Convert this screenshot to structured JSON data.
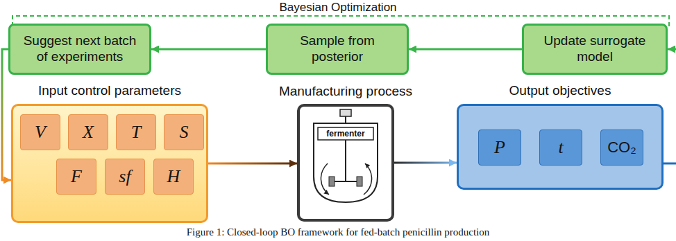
{
  "diagram": {
    "title": "Bayesian Optimization",
    "caption": "Figure 1: Closed-loop BO framework for fed-batch penicillin production",
    "nodes": [
      {
        "text": [
          "Suggest next batch of experiments"
        ]
      },
      {
        "text": [
          "Sample from posterior"
        ]
      },
      {
        "text": [
          "Update surrogate model"
        ]
      },
      {
        "text": [
          "Input control parameters"
        ]
      },
      {
        "text": [
          "V"
        ],
        "in": 3
      },
      {
        "text": [
          "X"
        ],
        "in": 3
      },
      {
        "text": [
          "T"
        ],
        "in": 3
      },
      {
        "text": [
          "S"
        ],
        "in": 3
      },
      {
        "text": [
          "F"
        ],
        "in": 3
      },
      {
        "text": [
          "sf"
        ],
        "in": 3
      },
      {
        "text": [
          "H"
        ],
        "in": 3
      },
      {
        "text": [
          "Manufacturing process",
          "fermenter"
        ]
      },
      {
        "text": [
          "Output objectives"
        ]
      },
      {
        "text": [
          "P"
        ],
        "in": 12
      },
      {
        "text": [
          "t"
        ],
        "in": 12
      },
      {
        "text": [
          "CO₂"
        ],
        "in": 12
      }
    ],
    "edges": [
      {
        "from": 2,
        "to": 1,
        "arrow": "to"
      },
      {
        "from": 1,
        "to": 0,
        "arrow": "to"
      },
      {
        "from": 0,
        "to": 3,
        "arrow": "to"
      },
      {
        "from": 3,
        "to": 11,
        "arrow": "to"
      },
      {
        "from": 11,
        "to": 12,
        "arrow": "to"
      }
    ]
  }
}
